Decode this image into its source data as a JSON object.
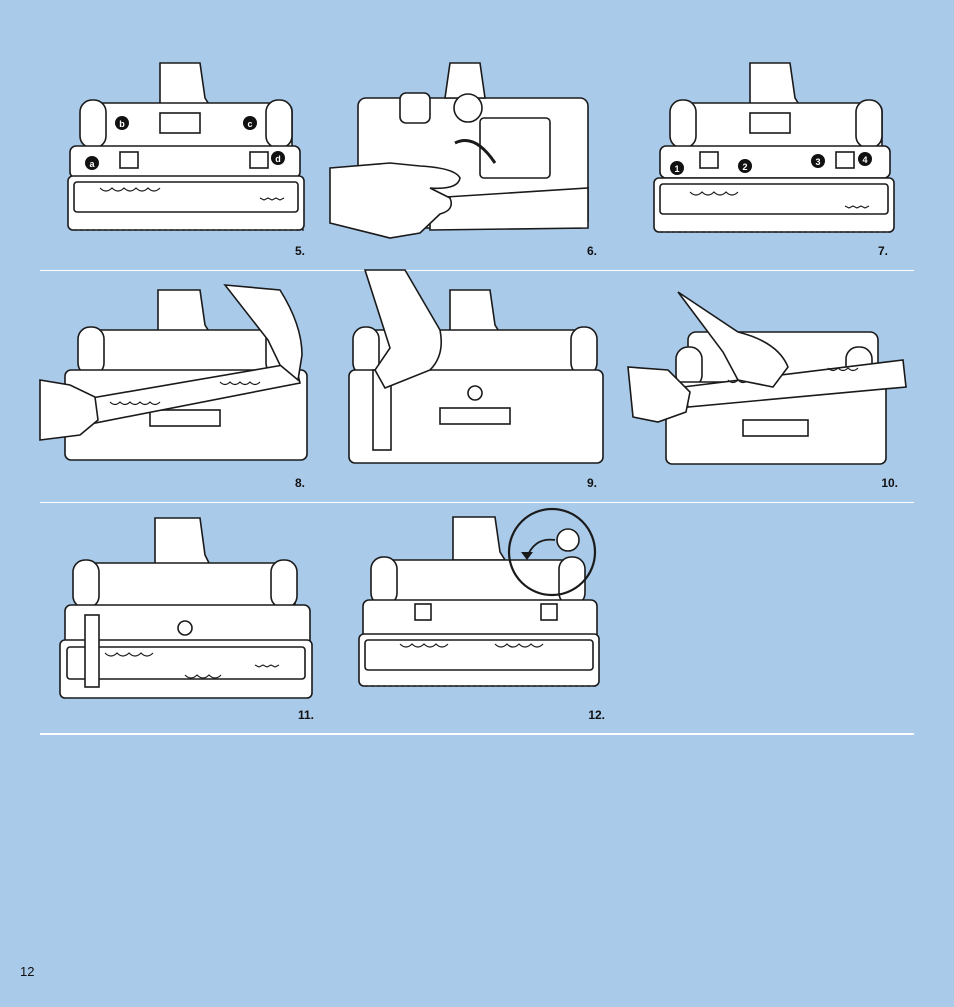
{
  "steps": [
    {
      "number": "5.",
      "callouts": [
        "a",
        "b",
        "c",
        "d"
      ]
    },
    {
      "number": "6."
    },
    {
      "number": "7.",
      "callouts": [
        "1",
        "2",
        "3",
        "4"
      ]
    },
    {
      "number": "8."
    },
    {
      "number": "9."
    },
    {
      "number": "10."
    },
    {
      "number": "11."
    },
    {
      "number": "12."
    }
  ],
  "page_number": "12",
  "colors": {
    "background": "#aacaea",
    "line_art": "#1a1a1a",
    "fill": "#ffffff",
    "divider": "#ffffff"
  },
  "icons": [
    "vacuum-nozzle-icon",
    "hand-icon",
    "brushroll-icon",
    "belt-icon",
    "magnifier-circle-icon"
  ]
}
